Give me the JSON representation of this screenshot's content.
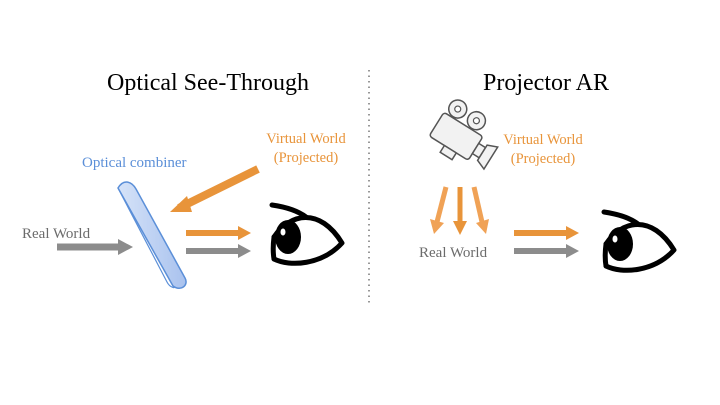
{
  "left_panel": {
    "title": "Optical See-Through",
    "combiner_label": "Optical combiner",
    "real_world_label": "Real World",
    "virtual_world_line1": "Virtual World",
    "virtual_world_line2": "(Projected)"
  },
  "right_panel": {
    "title": "Projector AR",
    "real_world_label": "Real World",
    "virtual_world_line1": "Virtual World",
    "virtual_world_line2": "(Projected)"
  },
  "colors": {
    "orange": "#e8943a",
    "gray": "#8c8c8c",
    "blue_stroke": "#5b8fd8",
    "blue_fill": "#bcd0f2",
    "text_gray": "#6b6b6b",
    "black": "#000000"
  },
  "icons": {
    "eye_left": "eye-icon",
    "eye_right": "eye-icon",
    "projector": "movie-projector-icon",
    "combiner": "optical-combiner-plate"
  }
}
